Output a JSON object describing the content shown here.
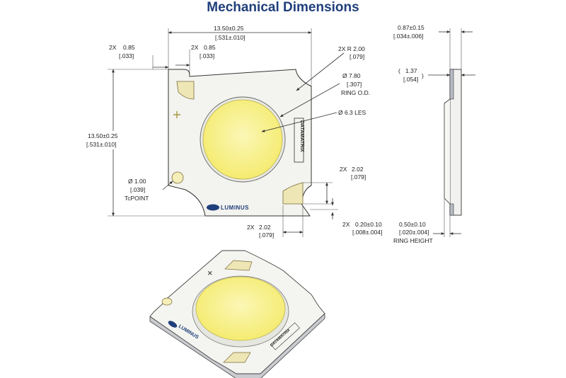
{
  "title": "Mechanical Dimensions",
  "top_view": {
    "width": {
      "mm": "13.50±0.25",
      "in": "[.531±.010]"
    },
    "height": {
      "mm": "13.50±0.25",
      "in": "[.531±.010]"
    },
    "corner_left": {
      "count": "2X",
      "mm": "0.85",
      "in": "[.033]"
    },
    "corner_right": {
      "count": "2X",
      "mm": "0.85",
      "in": "[.033]"
    },
    "radius": {
      "label": "2X  R 2.00",
      "in": "[.079]"
    },
    "ring_od": {
      "mm": "Ø 7.80",
      "in": "[.307]",
      "label": "RING O.D."
    },
    "les": {
      "label": "Ø 6.3 LES"
    },
    "tcpoint": {
      "mm": "Ø 1.00",
      "in": "[.039]",
      "label": "TcPOINT"
    },
    "pad_h": {
      "count": "2X",
      "mm": "2.02",
      "in": "[.079]"
    },
    "pad_w": {
      "count": "2X",
      "mm": "2.02",
      "in": "[.079]"
    },
    "pad_gap": {
      "count": "2X",
      "mm": "0.20±0.10",
      "in": "[.008±.004]"
    },
    "datamatrix_label": "DATAMATRIX",
    "logo_text": "LUMINUS"
  },
  "side_view": {
    "thickness": {
      "mm": "0.87±0.15",
      "in": "[.034±.006]"
    },
    "total": {
      "mm": "1.37",
      "in": "[.054]"
    },
    "ring_height": {
      "mm": "0.50±0.10",
      "in": "[.020±.004]",
      "label": "RING HEIGHT"
    }
  },
  "colors": {
    "title": "#1f3f7a",
    "substrate": "#f2f2ee",
    "outline": "#333333",
    "les": "#f7f08a",
    "pad": "#efe6b6",
    "ring": "#e9e9e3"
  }
}
